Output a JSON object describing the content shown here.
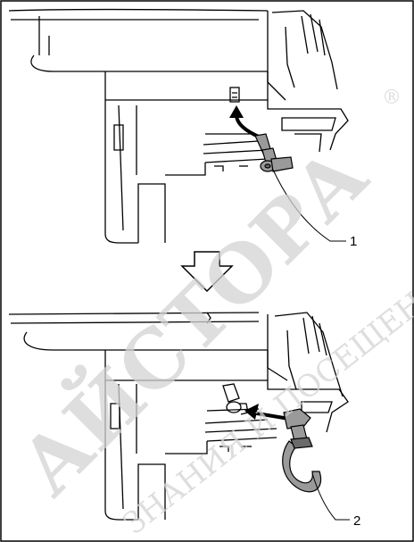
{
  "callouts": [
    {
      "label": "1"
    },
    {
      "label": "2"
    }
  ],
  "watermark": {
    "main": "АЙСТОРА",
    "arc": "ЗНАНИЯ И ПОСЕЩЕНИЯ",
    "registered": "®"
  },
  "colors": {
    "line": "#000000",
    "part_fill": "#9a9a9a",
    "part_dark": "#6a6a6a",
    "tool_fill": "#ffffff",
    "watermark": "#d4d4d4"
  }
}
